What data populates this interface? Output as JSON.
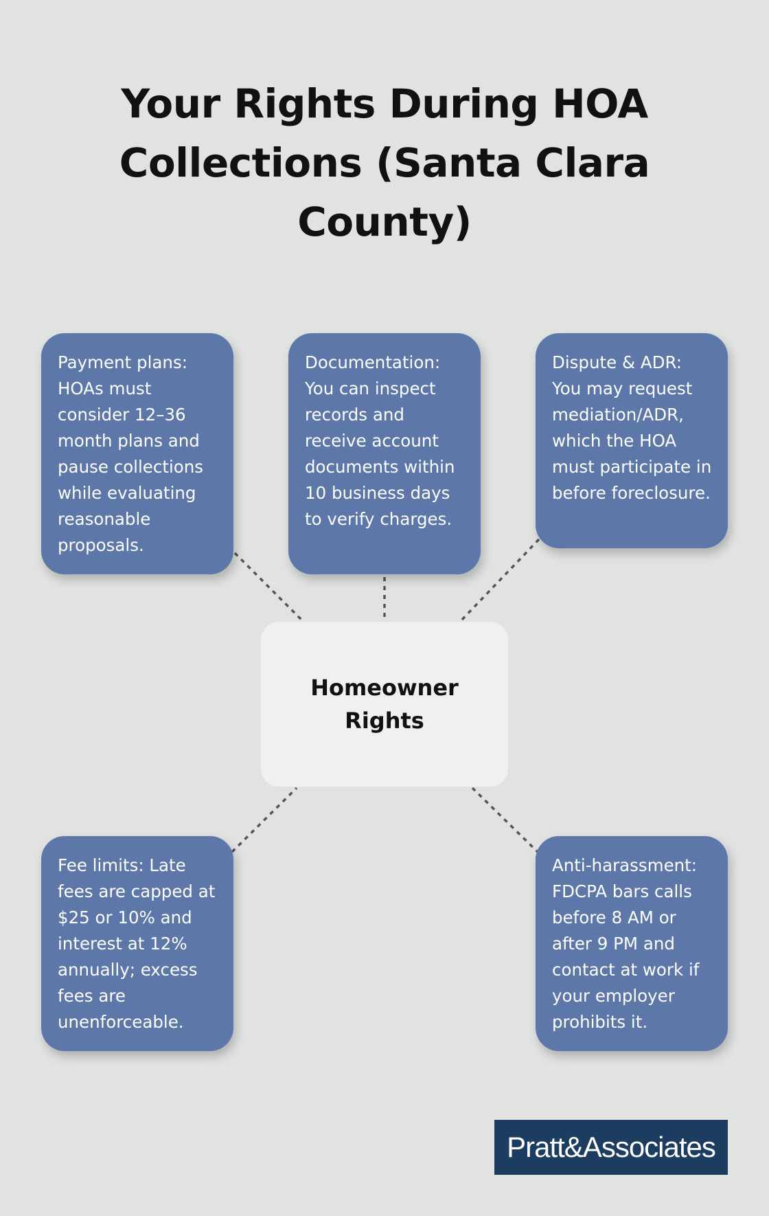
{
  "title": "Your Rights During HOA Collections (Santa Clara County)",
  "center": {
    "label": "Homeowner Rights"
  },
  "cards": {
    "payment_plans": "Payment plans: HOAs must consider 12–36 month plans and pause collections while evaluating reasonable proposals.",
    "documentation": "Documentation: You can inspect records and receive account documents within 10 business days to verify charges.",
    "dispute_adr": "Dispute & ADR: You may request mediation/ADR, which the HOA must participate in before foreclosure.",
    "fee_limits": "Fee limits: Late fees are capped at $25 or 10% and interest at 12% annually; excess fees are unenforceable.",
    "anti_harassment": "Anti-harassment: FDCPA bars calls before 8 AM or after 9 PM and contact at work if your employer prohibits it."
  },
  "logo": {
    "text": "Pratt&Associates"
  },
  "colors": {
    "background": "#e1e3e3",
    "card": "#5d77a8",
    "center_box": "#eef0f2",
    "logo_bg": "#1d3d60",
    "connector": "#555555"
  }
}
